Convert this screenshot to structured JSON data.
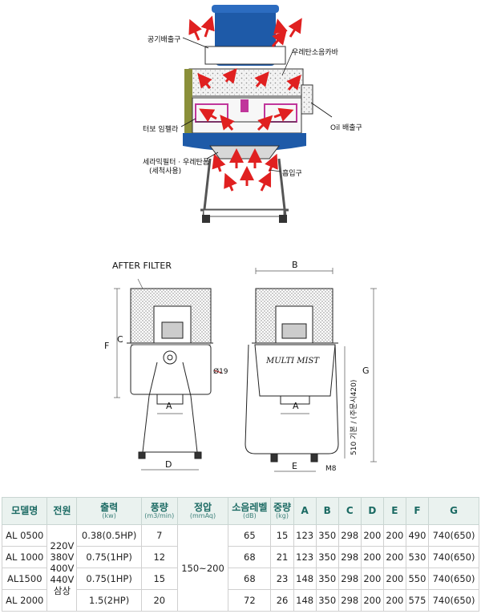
{
  "diagram_top": {
    "labels": {
      "exhaust": "공기배출구",
      "urethane_cover": "우레탄소음카바",
      "oil_outlet": "Oil 배출구",
      "turbo_impeller": "터보 임펠라",
      "filter_line1": "세라믹필터 · 우레탄폼",
      "filter_line2": "(세척사용)",
      "intake": "흡입구"
    }
  },
  "diagram_front": {
    "after_filter": "AFTER FILTER",
    "dim_f": "F",
    "dim_c": "C",
    "dim_a": "A",
    "dim_d": "D",
    "hole": "Ø19"
  },
  "diagram_side": {
    "dim_b": "B",
    "dim_g": "G",
    "dim_a": "A",
    "dim_e": "E",
    "bolt": "M8",
    "brand": "MULTI MIST",
    "height_note": "510 기본 / (주문시420)"
  },
  "table": {
    "headers": [
      {
        "label": "모델명",
        "unit": ""
      },
      {
        "label": "전원",
        "unit": ""
      },
      {
        "label": "출력",
        "unit": "(kw)"
      },
      {
        "label": "풍량",
        "unit": "(m3/min)"
      },
      {
        "label": "정압",
        "unit": "(mmAq)"
      },
      {
        "label": "소음레벨",
        "unit": "(dB)"
      },
      {
        "label": "중량",
        "unit": "(kg)"
      },
      {
        "label": "A",
        "unit": ""
      },
      {
        "label": "B",
        "unit": ""
      },
      {
        "label": "C",
        "unit": ""
      },
      {
        "label": "D",
        "unit": ""
      },
      {
        "label": "E",
        "unit": ""
      },
      {
        "label": "F",
        "unit": ""
      },
      {
        "label": "G",
        "unit": ""
      }
    ],
    "power_lines": [
      "220V",
      "380V",
      "400V",
      "440V",
      "삼상"
    ],
    "pressure": "150~200",
    "rows": [
      {
        "model": "AL 0500",
        "output": "0.38(0.5HP)",
        "airflow": "7",
        "noise": "65",
        "weight": "15",
        "a": "123",
        "b": "350",
        "c": "298",
        "d": "200",
        "e": "200",
        "f": "490",
        "g": "740(650)"
      },
      {
        "model": "AL 1000",
        "output": "0.75(1HP)",
        "airflow": "12",
        "noise": "68",
        "weight": "21",
        "a": "123",
        "b": "350",
        "c": "298",
        "d": "200",
        "e": "200",
        "f": "530",
        "g": "740(650)"
      },
      {
        "model": "AL1500",
        "output": "0.75(1HP)",
        "airflow": "15",
        "noise": "68",
        "weight": "23",
        "a": "148",
        "b": "350",
        "c": "298",
        "d": "200",
        "e": "200",
        "f": "550",
        "g": "740(650)"
      },
      {
        "model": "AL 2000",
        "output": "1.5(2HP)",
        "airflow": "20",
        "noise": "72",
        "weight": "26",
        "a": "148",
        "b": "350",
        "c": "298",
        "d": "200",
        "e": "200",
        "f": "575",
        "g": "740(650)"
      }
    ]
  }
}
